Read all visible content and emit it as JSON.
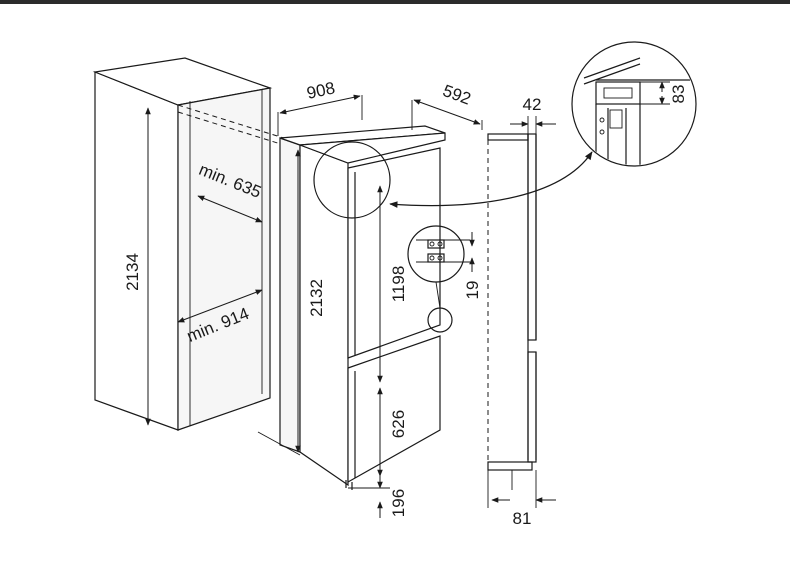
{
  "dimensions": {
    "cabinet_height": "2134",
    "cabinet_min_depth": "min. 635",
    "cabinet_min_width": "min. 914",
    "appliance_height": "2132",
    "appliance_width_908": "908",
    "appliance_depth": "592",
    "door_gap_42": "42",
    "detail_83": "83",
    "fridge_door_height": "1198",
    "hinge_gap": "19",
    "freezer_door_height": "626",
    "bottom_gap": "196",
    "bottom_offset": "81"
  },
  "colors": {
    "line": "#1a1a1a",
    "background": "#ffffff",
    "top_rule": "#2b2b2b"
  }
}
